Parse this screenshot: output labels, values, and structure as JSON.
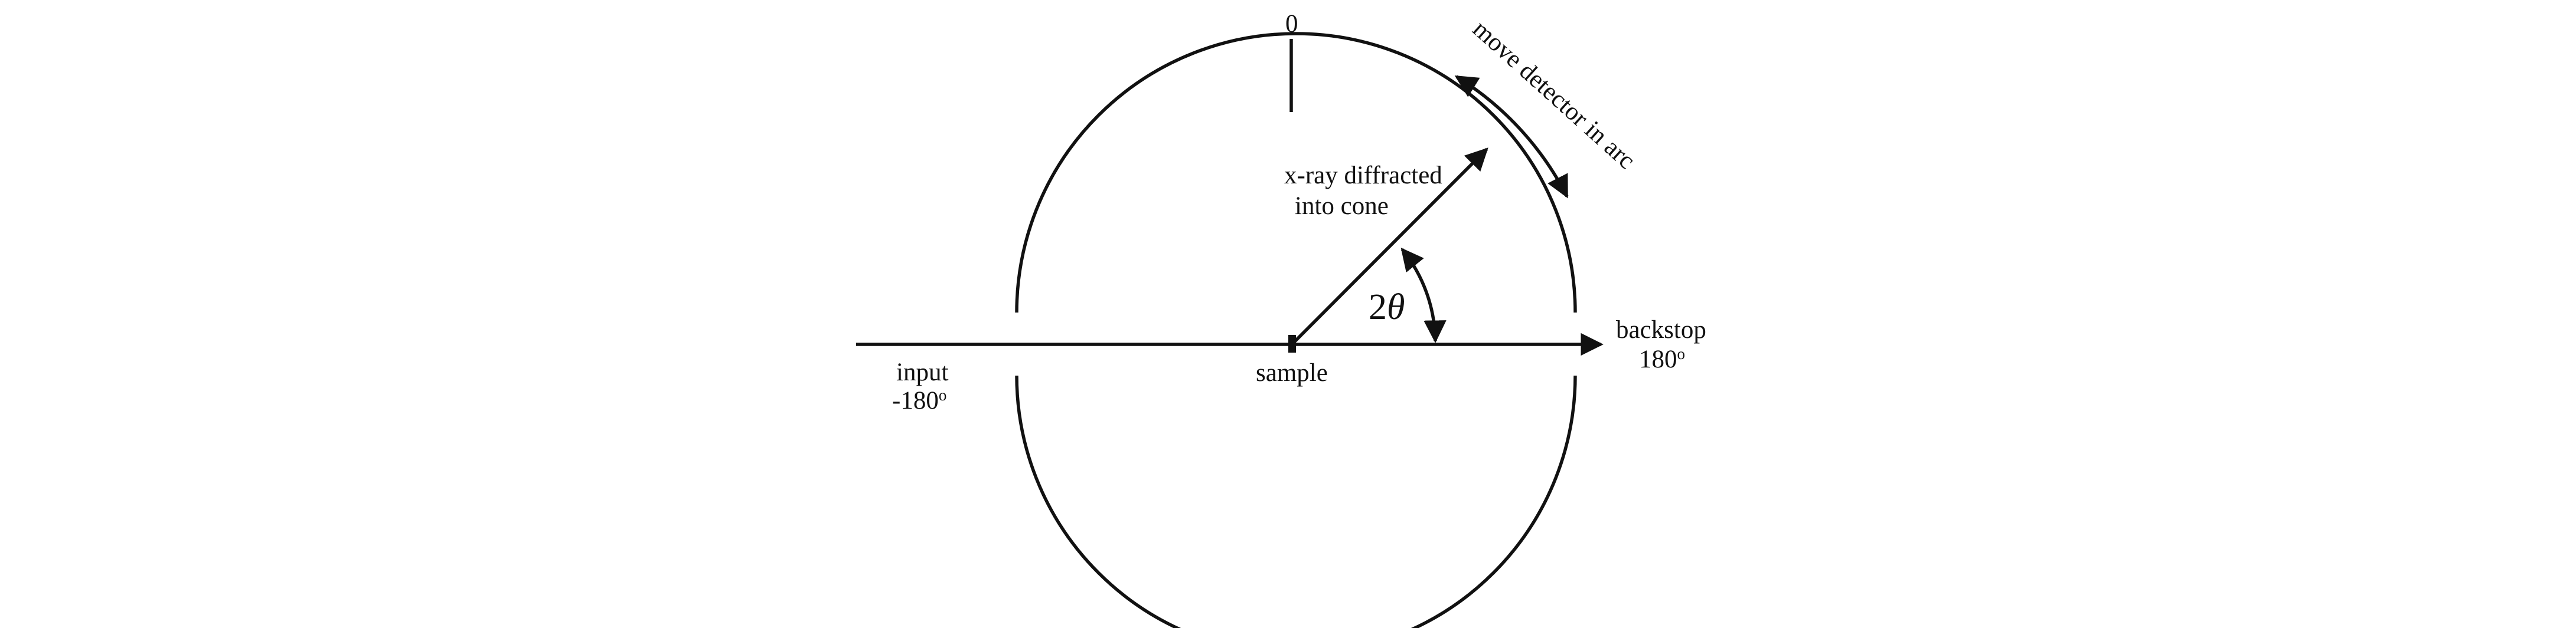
{
  "labels": {
    "zero": "0",
    "move_detector": "move detector in arc",
    "xray_line1": "x-ray diffracted",
    "xray_line2": "into cone",
    "two_theta_num": "2",
    "two_theta_sym": "θ",
    "backstop": "backstop",
    "backstop_angle": "180",
    "backstop_degree": "o",
    "input": "input",
    "input_angle": "-180",
    "input_degree": "o",
    "sample": "sample"
  },
  "colors": {
    "line": "#111111",
    "background": "#ffffff"
  }
}
